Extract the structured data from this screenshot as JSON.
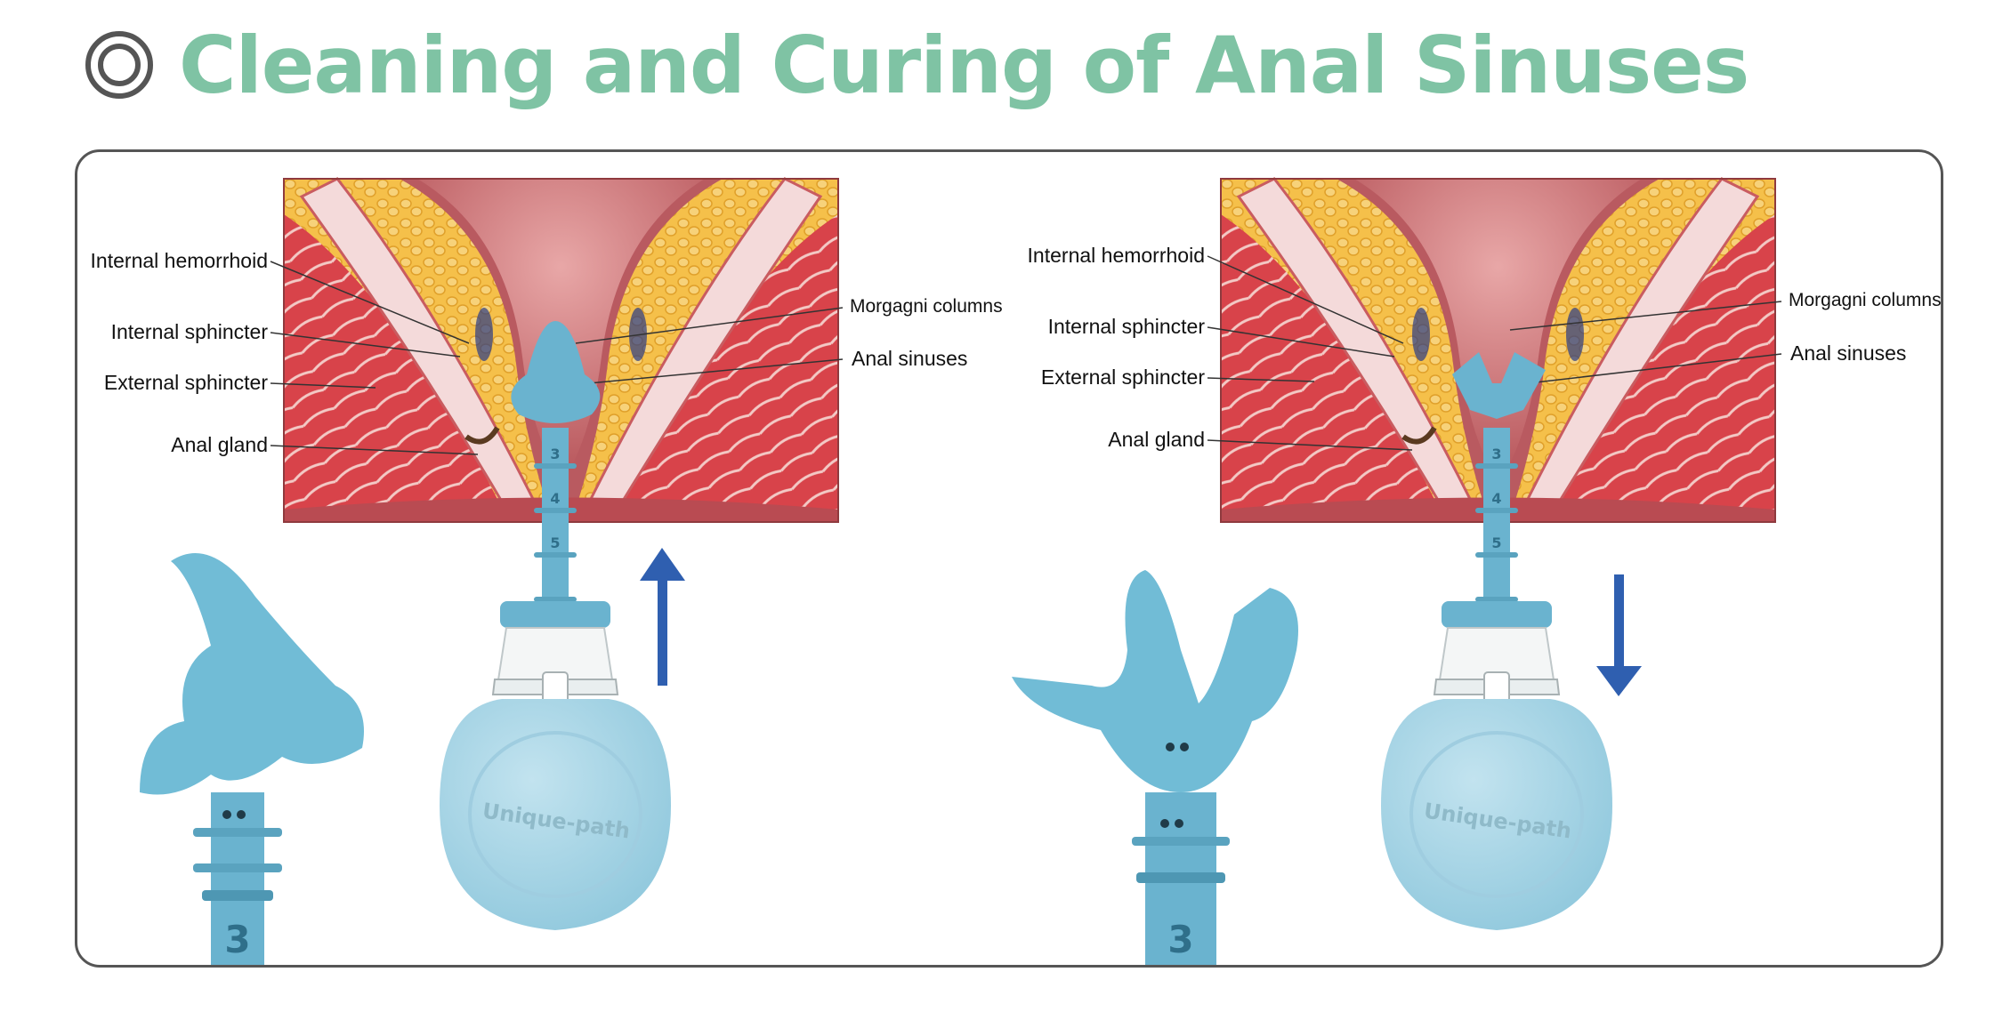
{
  "header": {
    "title": "Cleaning and Curing of Anal Sinuses",
    "accent_color": "#7fc3a4",
    "icon": "double-circle-icon"
  },
  "colors": {
    "device_blue": "#6ab3cf",
    "bulb_blue": "#a9d6e6",
    "arrow_blue": "#2f5fb0",
    "muscle_red": "#d9474a",
    "fat_yellow": "#f2b73a",
    "rectum_pink": "#d98a8c"
  },
  "diagrams": [
    {
      "labels_left": [
        "Internal hemorrhoid",
        "Internal sphincter",
        "External sphincter",
        "Anal gland"
      ],
      "labels_right": [
        "Morgagni columns",
        "Anal sinuses"
      ],
      "brand": "Unique-path",
      "scale_marks": [
        "3",
        "4",
        "5"
      ],
      "tip_scale_mark": "3",
      "arrow": "up-arrow-icon",
      "state": "closed"
    },
    {
      "labels_left": [
        "Internal hemorrhoid",
        "Internal sphincter",
        "External sphincter",
        "Anal gland"
      ],
      "labels_right": [
        "Morgagni columns",
        "Anal sinuses"
      ],
      "brand": "Unique-path",
      "scale_marks": [
        "3",
        "4",
        "5"
      ],
      "tip_scale_mark": "3",
      "arrow": "down-arrow-icon",
      "state": "open"
    }
  ]
}
